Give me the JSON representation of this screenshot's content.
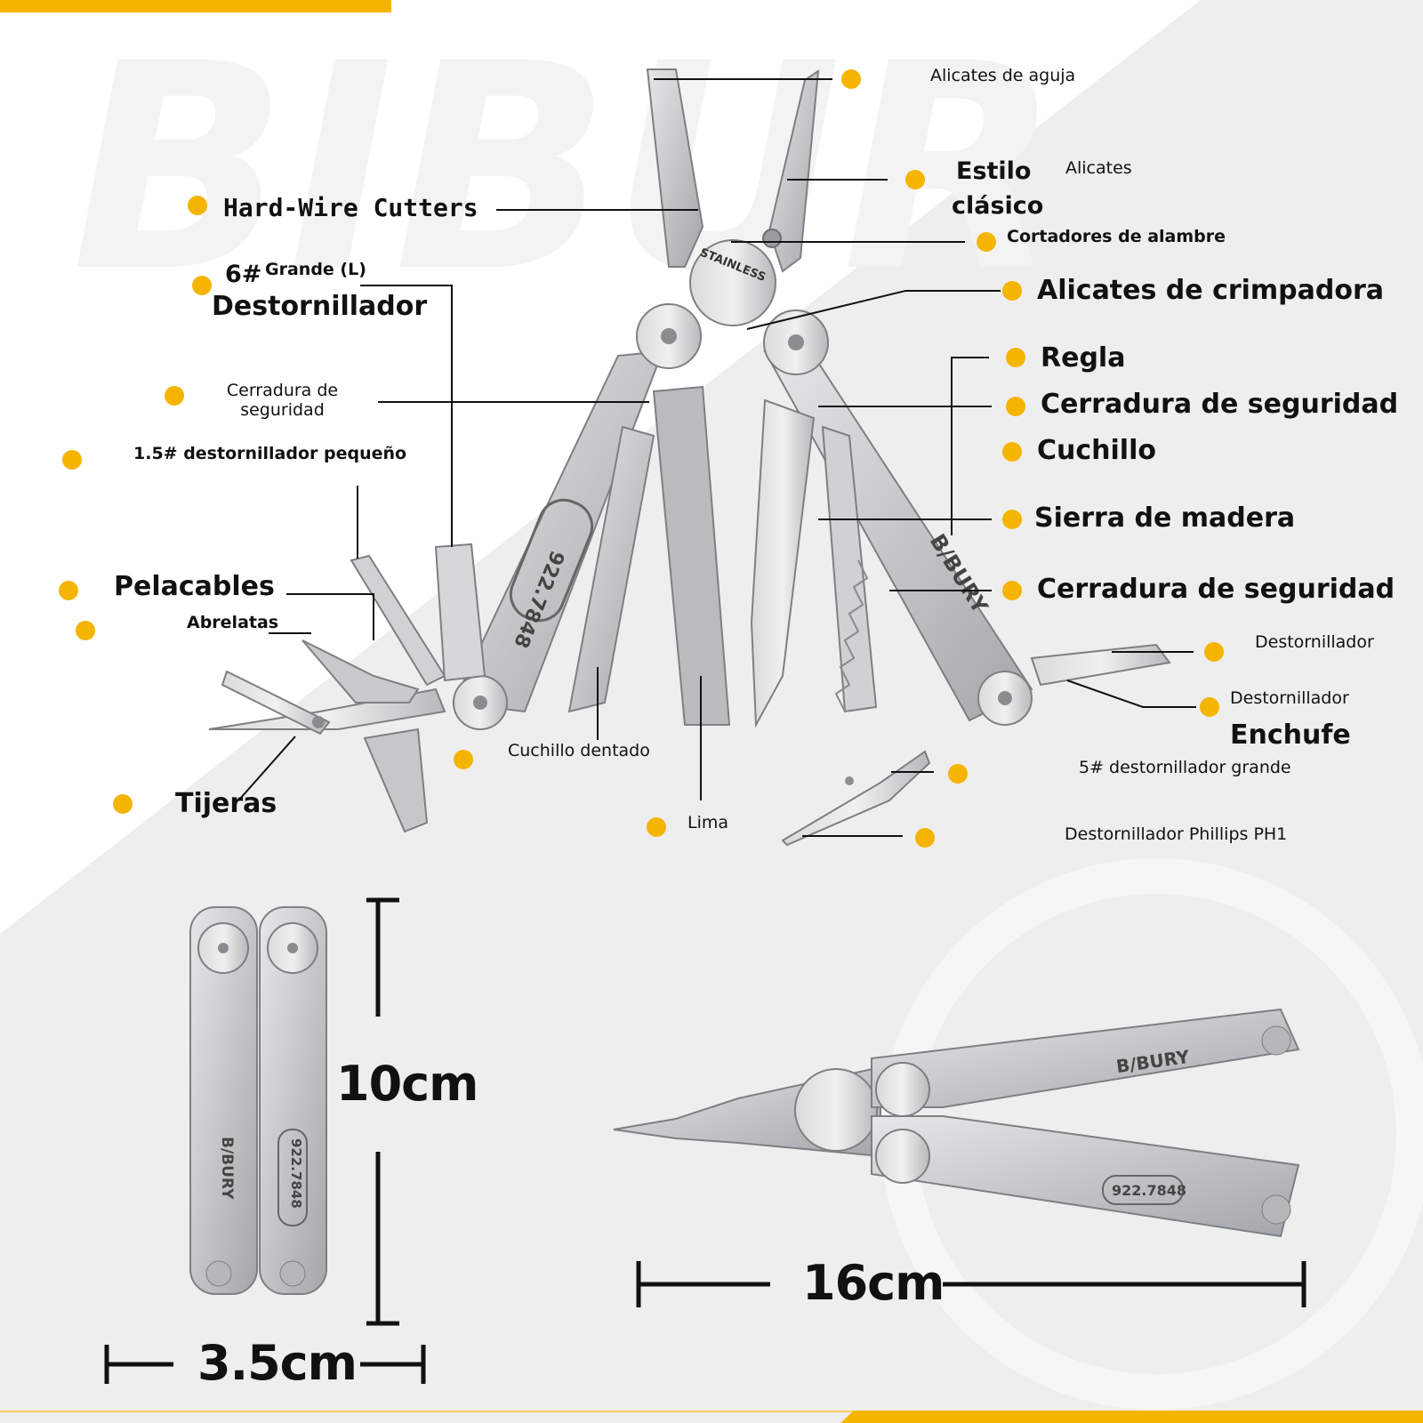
{
  "brand": {
    "watermark": "BIBUR",
    "tool_brand": "B/BURY",
    "model": "922.7848",
    "jaw_stamp": "STAINLESS"
  },
  "colors": {
    "accent": "#f5b400",
    "metal": "#c9cbcd",
    "metal_dark": "#8e9194",
    "background_panel": "#eeeeee",
    "text": "#111111"
  },
  "labels": {
    "alicates_aguja": "Alicates de aguja",
    "estilo": "Estilo",
    "clasico": "clásico",
    "alicates": "Alicates",
    "hard_wire": "Hard-Wire Cutters",
    "cortadores": "Cortadores de alambre",
    "num6": "6#",
    "grande": "Grande (L)",
    "destornillador_6": "Destornillador",
    "crimpadora": "Alicates de crimpadora",
    "regla": "Regla",
    "cerradura_left": "Cerradura de seguridad",
    "cerradura_right_1": "Cerradura de seguridad",
    "cuchillo": "Cuchillo",
    "small_screwdriver": "1.5# destornillador pequeño",
    "sierra": "Sierra de madera",
    "pelacables": "Pelacables",
    "cerradura_right_2": "Cerradura de seguridad",
    "abrelatas": "Abrelatas",
    "destornillador_a": "Destornillador",
    "destornillador_b": "Destornillador",
    "enchufe": "Enchufe",
    "cuchillo_dentado": "Cuchillo dentado",
    "big_screwdriver": "5# destornillador grande",
    "tijeras": "Tijeras",
    "lima": "Lima",
    "phillips": "Destornillador Phillips PH1"
  },
  "dimensions": {
    "height": "10cm",
    "width": "3.5cm",
    "length": "16cm"
  }
}
